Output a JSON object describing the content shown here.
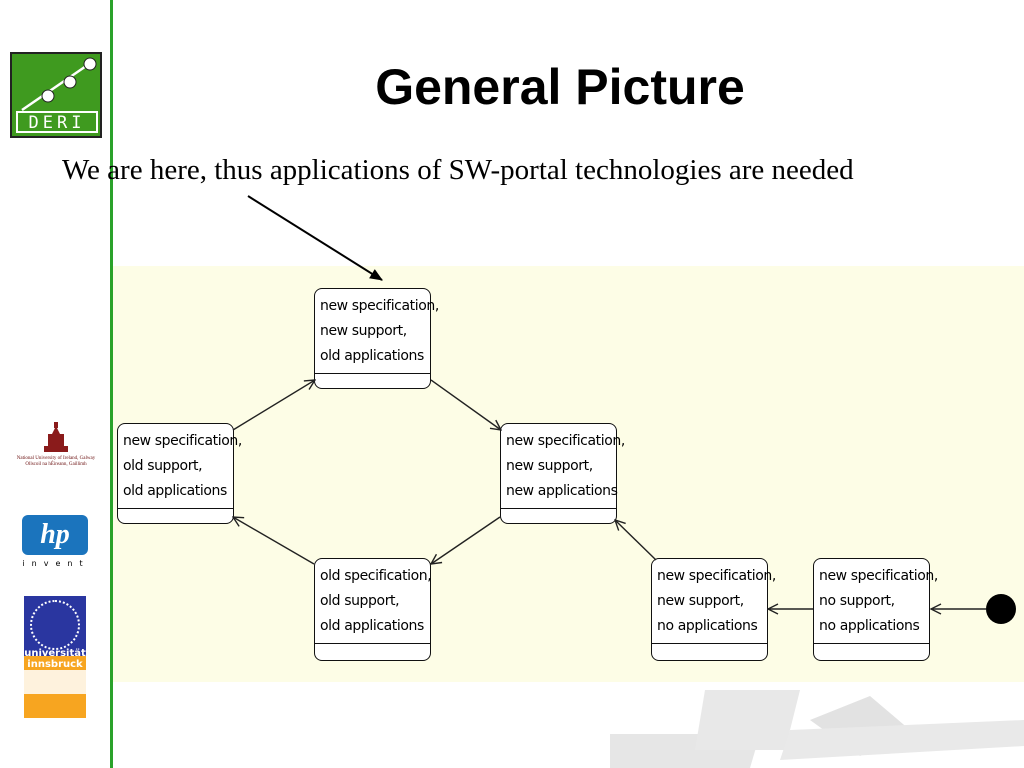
{
  "slide": {
    "title": "General Picture",
    "subtitle": "We are here, thus applications of SW-portal technologies are needed"
  },
  "logos": {
    "deri": "DERI",
    "nui": [
      "National University of Ireland, Galway",
      "Ollscoil na hÉireann, Gaillimh"
    ],
    "hp": "hp",
    "hp_tagline": "invent",
    "uibk": [
      "universität",
      "innsbruck"
    ]
  },
  "colors": {
    "accent_green": "#2aa22a",
    "panel_bg": "#fdfde6",
    "hp_blue": "#1b74bd",
    "uibk_blue": "#2a36a0",
    "uibk_orange": "#f7a520"
  },
  "diagram": {
    "states": [
      {
        "id": "s_new_new_old",
        "lines": [
          "new specification,",
          "new support,",
          "old applications"
        ]
      },
      {
        "id": "s_new_old_old",
        "lines": [
          "new specification,",
          "old support,",
          "old applications"
        ]
      },
      {
        "id": "s_new_new_new",
        "lines": [
          "new specification,",
          "new support,",
          "new applications"
        ]
      },
      {
        "id": "s_old_old_old",
        "lines": [
          "old specification,",
          "old support,",
          "old applications"
        ]
      },
      {
        "id": "s_new_new_no",
        "lines": [
          "new specification,",
          "new support,",
          "no applications"
        ]
      },
      {
        "id": "s_new_no_no",
        "lines": [
          "new specification,",
          "no support,",
          "no applications"
        ]
      }
    ],
    "transitions": [
      {
        "from": "initial",
        "to": "s_new_no_no"
      },
      {
        "from": "s_new_no_no",
        "to": "s_new_new_no"
      },
      {
        "from": "s_new_new_no",
        "to": "s_new_new_new"
      },
      {
        "from": "s_new_new_new",
        "to": "s_old_old_old"
      },
      {
        "from": "s_old_old_old",
        "to": "s_new_old_old"
      },
      {
        "from": "s_new_old_old",
        "to": "s_new_new_old"
      },
      {
        "from": "s_new_new_old",
        "to": "s_new_new_new"
      }
    ],
    "pointer_target": "s_new_new_old"
  }
}
